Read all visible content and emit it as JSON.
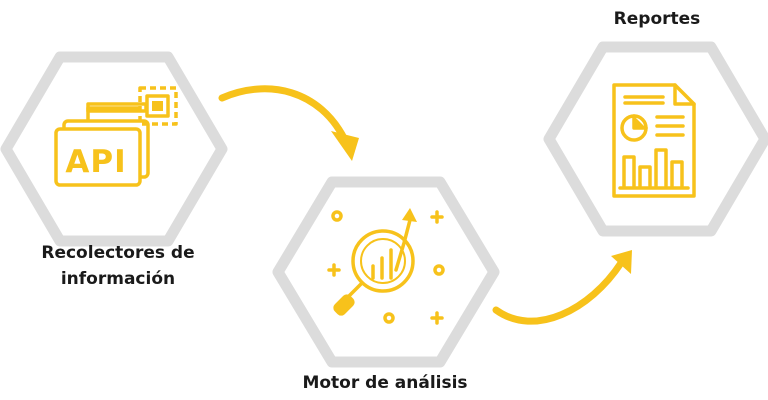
{
  "nodes": {
    "collectors": {
      "label_line1": "Recolectores de",
      "label_line2": "información",
      "icon_text": "API",
      "icon": "api-windows-icon"
    },
    "engine": {
      "label": "Motor de análisis",
      "icon": "magnifier-chart-icon"
    },
    "reports": {
      "label": "Reportes",
      "icon": "report-document-icon"
    }
  },
  "colors": {
    "hexagon": "#dcdcdc",
    "accent": "#f7c21b",
    "text": "#1a1a1a"
  }
}
